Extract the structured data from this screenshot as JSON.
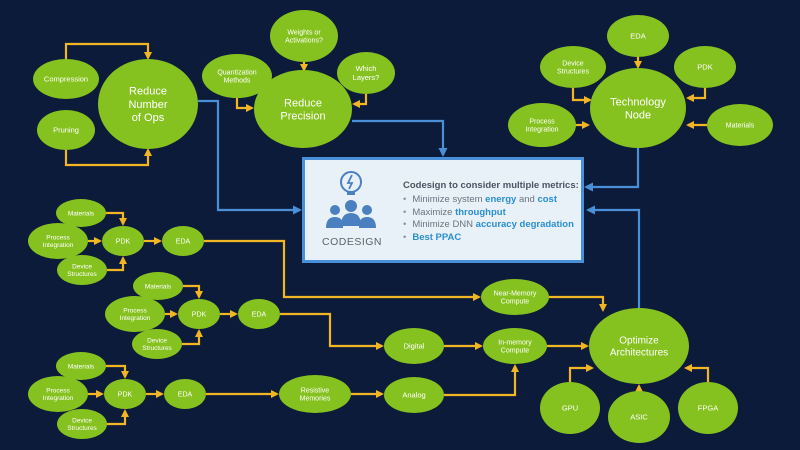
{
  "nodes": {
    "compression": "Compression",
    "pruning": "Pruning",
    "reduce_ops": [
      "Reduce",
      "Number",
      "of Ops"
    ],
    "quantization": [
      "Quantization",
      "Methods"
    ],
    "weights": [
      "Weights or",
      "Activations?"
    ],
    "which_layers": [
      "Which",
      "Layers?"
    ],
    "reduce_precision": [
      "Reduce",
      "Precision"
    ],
    "tn_device": [
      "Device",
      "Structures"
    ],
    "tn_eda": "EDA",
    "tn_pdk": "PDK",
    "tn_process": [
      "Process",
      "Integration"
    ],
    "tn_materials": "Materials",
    "technology_node": [
      "Technology",
      "Node"
    ],
    "r1_materials": "Materials",
    "r1_process": [
      "Process",
      "Integration"
    ],
    "r1_device": [
      "Device",
      "Structures"
    ],
    "r1_pdk": "PDK",
    "r1_eda": "EDA",
    "r2_materials": "Materials",
    "r2_process": [
      "Process",
      "Integration"
    ],
    "r2_device": [
      "Device",
      "Structures"
    ],
    "r2_pdk": "PDK",
    "r2_eda": "EDA",
    "r3_materials": "Materials",
    "r3_process": [
      "Process",
      "Integration"
    ],
    "r3_device": [
      "Device",
      "Structures"
    ],
    "r3_pdk": "PDK",
    "r3_eda": "EDA",
    "near_memory": [
      "Near-Memory",
      "Compute"
    ],
    "digital": "Digital",
    "in_memory": [
      "In-memory",
      "Compute"
    ],
    "resistive": [
      "Resistive",
      "Memories"
    ],
    "analog": "Analog",
    "optimize_arch": [
      "Optimize",
      "Architectures"
    ],
    "gpu": "GPU",
    "asic": "ASIC",
    "fpga": "FPGA"
  },
  "codesign": {
    "label": "CODESIGN",
    "title": "Codesign to consider multiple metrics:",
    "metrics": [
      {
        "pre": "Minimize system ",
        "hl1": "energy",
        "mid": " and ",
        "hl2": "cost"
      },
      {
        "pre": "Maximize ",
        "hl1": "throughput",
        "mid": "",
        "hl2": ""
      },
      {
        "pre": "Minimize DNN ",
        "hl1": "accuracy degradation",
        "mid": "",
        "hl2": ""
      },
      {
        "pre": "",
        "hl1": "Best PPAC",
        "mid": "",
        "hl2": ""
      }
    ]
  },
  "colors": {
    "background": "#0d1b3a",
    "node_fill": "#86c21f",
    "arrow_gold": "#f2b524",
    "arrow_blue": "#4a90d9",
    "box_fill": "#e8f0f8",
    "highlight": "#2a8fd0"
  }
}
